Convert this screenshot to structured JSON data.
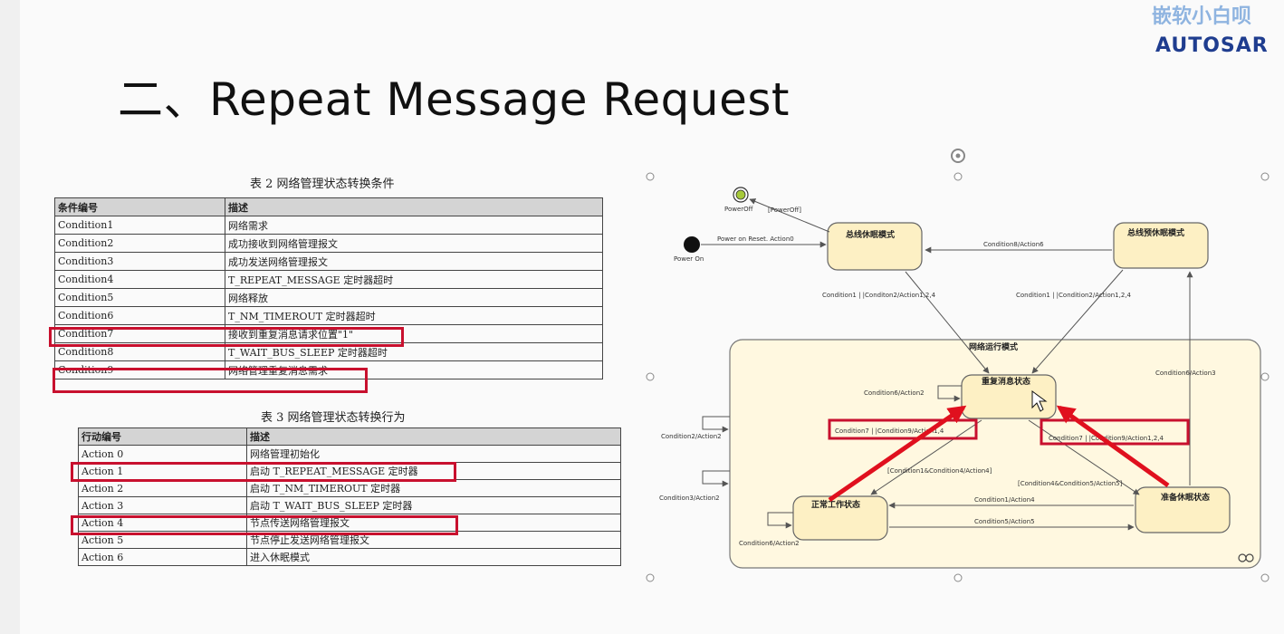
{
  "slide": {
    "title": "二、Repeat Message Request",
    "logo_cn": "嵌软小白呗",
    "logo_en": "AUTOSAR"
  },
  "table2": {
    "caption": "表 2 网络管理状态转换条件",
    "headers": [
      "条件编号",
      "描述"
    ],
    "rows": [
      [
        "Condition1",
        "网络需求"
      ],
      [
        "Condition2",
        "成功接收到网络管理报文"
      ],
      [
        "Condition3",
        "成功发送网络管理报文"
      ],
      [
        "Condition4",
        "T_REPEAT_MESSAGE 定时器超时"
      ],
      [
        "Condition5",
        "网络释放"
      ],
      [
        "Condition6",
        "T_NM_TIMEROUT 定时器超时"
      ],
      [
        "Condition7",
        "接收到重复消息请求位置\"1\""
      ],
      [
        "Condition8",
        "T_WAIT_BUS_SLEEP 定时器超时"
      ],
      [
        "Condition9",
        "网络管理重复消息需求"
      ]
    ]
  },
  "table3": {
    "caption": "表 3 网络管理状态转换行为",
    "headers": [
      "行动编号",
      "描述"
    ],
    "rows": [
      [
        "Action 0",
        "网络管理初始化"
      ],
      [
        "Action 1",
        "启动 T_REPEAT_MESSAGE 定时器"
      ],
      [
        "Action 2",
        "启动 T_NM_TIMEROUT 定时器"
      ],
      [
        "Action 3",
        "启动 T_WAIT_BUS_SLEEP 定时器"
      ],
      [
        "Action 4",
        "节点传送网络管理报文"
      ],
      [
        "Action 5",
        "节点停止发送网络管理报文"
      ],
      [
        "Action 6",
        "进入休眠模式"
      ]
    ]
  },
  "diagram": {
    "states": {
      "bus_sleep": "总线休眠模式",
      "prepare_bus_sleep": "总线预休眠模式",
      "network_mode": "网络运行模式",
      "repeat_message": "重复消息状态",
      "normal_operation": "正常工作状态",
      "ready_sleep": "准备休眠状态"
    },
    "nodes": {
      "power_off": "PowerOff",
      "power_on": "Power On"
    },
    "transitions": {
      "power_off_guard": "[PowerOff]",
      "power_on_reset": "Power on Reset. Action0",
      "c8_a6": "Condition8/Action6",
      "sleep_to_net": "Condition1 | |Conditon2/Action1,2,4",
      "presleep_to_net": "Condition1 | |Condition2/Action1,2,4",
      "c6_a3": "Condition6/Action3",
      "c6_a2_repeat": "Condition6/Action2",
      "c2_a2": "Condition2/Action2",
      "c3_a2": "Condition3/Action2",
      "normal_to_repeat": "Condition7 | |Condition9/Action1,4",
      "ready_to_repeat": "Condition7 | |Condition9/Action1,2,4",
      "repeat_to_normal": "[Condition1&Condition4/Action4]",
      "repeat_to_ready": "[Condition4&Condition5/Action5]",
      "c1_a4": "Condition1/Action4",
      "c5_a5": "Condition5/Action5",
      "c6_a2_normal": "Condition6/Action2"
    },
    "colors": {
      "state_fill": "#fdf0c4",
      "region_fill": "#fff8e0",
      "highlight": "#c8102e",
      "arrow_red": "#e0101e"
    }
  }
}
